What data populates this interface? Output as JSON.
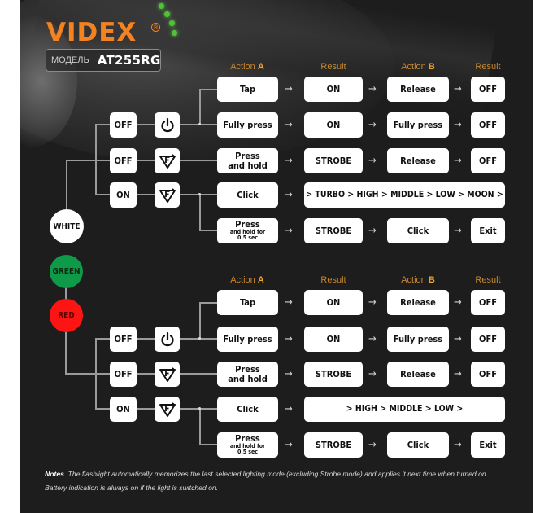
{
  "brand": {
    "logo": "VIDEX",
    "registered_mark": "®",
    "model_label": "МОДЕЛЬ",
    "model_value": "AT255RG",
    "accent_color": "#f58220"
  },
  "colors": {
    "white_mode": "#ffffff",
    "green_mode": "#0f9a4a",
    "red_mode": "#ff1414",
    "panel_background": "#1d1d1d",
    "header_text": "#c8862e"
  },
  "modes": {
    "white": "WHITE",
    "green": "GREEN",
    "red": "RED"
  },
  "section_white": {
    "headers": {
      "action_a_prefix": "Action",
      "action_a_letter": "A",
      "result1": "Result",
      "action_b_prefix": "Action",
      "action_b_letter": "B",
      "result2": "Result"
    },
    "states": [
      {
        "state": "OFF",
        "button_icon": "power-icon"
      },
      {
        "state": "OFF",
        "button_icon": "f-mode-icon"
      },
      {
        "state": "ON",
        "button_icon": "f-mode-icon"
      }
    ],
    "rows": [
      {
        "action_a": "Tap",
        "result1": "ON",
        "action_b": "Release",
        "result2": "OFF"
      },
      {
        "action_a": "Fully press",
        "result1": "ON",
        "action_b": "Fully press",
        "result2": "OFF"
      },
      {
        "action_a_line1": "Press",
        "action_a_line2": "and hold",
        "result1": "STROBE",
        "action_b": "Release",
        "result2": "OFF"
      },
      {
        "action_a": "Click",
        "cycle": "> TURBO > HIGH > MIDDLE > LOW > MOON >"
      },
      {
        "action_a_line1": "Press",
        "action_a_line2": "and hold for",
        "action_a_line3": "0.5 sec",
        "result1": "STROBE",
        "action_b": "Click",
        "result2": "Exit"
      }
    ]
  },
  "section_color": {
    "headers": {
      "action_a_prefix": "Action",
      "action_a_letter": "A",
      "result1": "Result",
      "action_b_prefix": "Action",
      "action_b_letter": "B",
      "result2": "Result"
    },
    "states": [
      {
        "state": "OFF",
        "button_icon": "power-icon"
      },
      {
        "state": "OFF",
        "button_icon": "f-mode-icon"
      },
      {
        "state": "ON",
        "button_icon": "f-mode-icon"
      }
    ],
    "rows": [
      {
        "action_a": "Tap",
        "result1": "ON",
        "action_b": "Release",
        "result2": "OFF"
      },
      {
        "action_a": "Fully press",
        "result1": "ON",
        "action_b": "Fully press",
        "result2": "OFF"
      },
      {
        "action_a_line1": "Press",
        "action_a_line2": "and hold",
        "result1": "STROBE",
        "action_b": "Release",
        "result2": "OFF"
      },
      {
        "action_a": "Click",
        "cycle": "> HIGH > MIDDLE > LOW >"
      },
      {
        "action_a_line1": "Press",
        "action_a_line2": "and hold for",
        "action_a_line3": "0.5 sec",
        "result1": "STROBE",
        "action_b": "Click",
        "result2": "Exit"
      }
    ]
  },
  "arrow_glyph": "→",
  "notes": {
    "label": "Notes",
    "line1": ". The flashlight automatically memorizes the last selected lighting mode (excluding Strobe mode) and applies it next time when turned on.",
    "line2": "Battery indication is always on if the light is switched on."
  }
}
